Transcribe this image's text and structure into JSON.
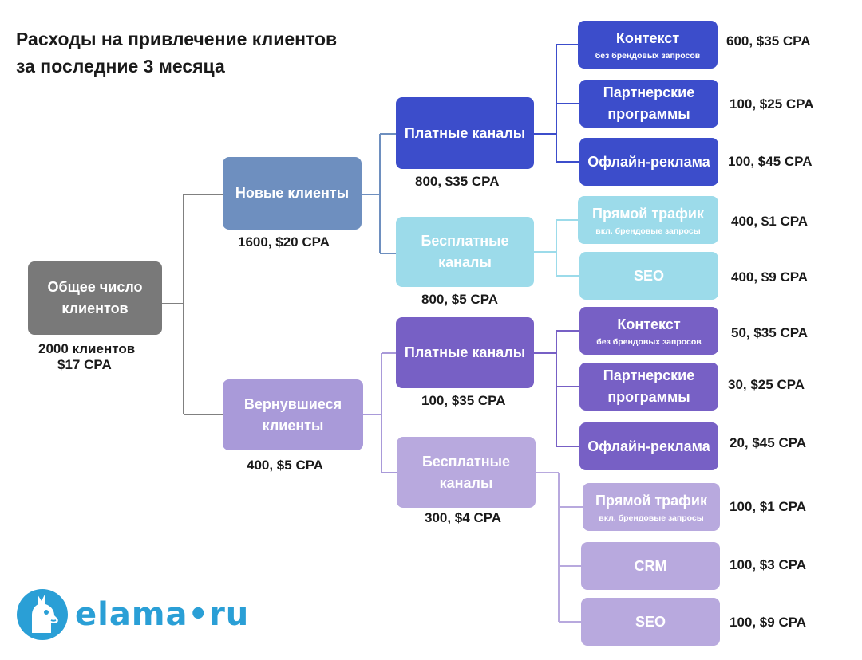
{
  "title": {
    "line1": "Расходы на привлечение клиентов",
    "line2": "за последние 3 месяца"
  },
  "colors": {
    "root": "#797979",
    "new": "#6e8fbf",
    "new_paid": "#3c4dcb",
    "new_free": "#9cdbea",
    "returned": "#a99ad9",
    "ret_paid": "#7760c5",
    "ret_free": "#b8a9de",
    "line": "#808080"
  },
  "nodes": {
    "root": {
      "label": "Общее число клиентов",
      "value_line1": "2000 клиентов",
      "value_line2": "$17 CPA"
    },
    "new": {
      "label": "Новые клиенты",
      "value": "1600, $20 CPA"
    },
    "returned": {
      "label": "Вернувшиеся клиенты",
      "value": "400, $5 CPA"
    },
    "new_paid": {
      "label": "Платные каналы",
      "value": "800, $35 CPA"
    },
    "new_free": {
      "label": "Бесплатные каналы",
      "value": "800, $5 CPA"
    },
    "ret_paid": {
      "label": "Платные каналы",
      "value": "100, $35 CPA"
    },
    "ret_free": {
      "label": "Бесплатные каналы",
      "value": "300, $4 CPA"
    }
  },
  "leaves": {
    "new_context": {
      "label": "Контекст",
      "sub": "без брендовых запросов",
      "value": "600, $35 CPA"
    },
    "new_partner": {
      "label": "Партнерские программы",
      "value": "100, $25 CPA"
    },
    "new_offline": {
      "label": "Офлайн-реклама",
      "value": "100, $45 CPA"
    },
    "new_direct": {
      "label": "Прямой трафик",
      "sub": "вкл. брендовые запросы",
      "value": "400, $1 CPA"
    },
    "new_seo": {
      "label": "SEO",
      "value": "400, $9 CPA"
    },
    "ret_context": {
      "label": "Контекст",
      "sub": "без брендовых запросов",
      "value": "50, $35 CPA"
    },
    "ret_partner": {
      "label": "Партнерские программы",
      "value": "30, $25 CPA"
    },
    "ret_offline": {
      "label": "Офлайн-реклама",
      "value": "20, $45 CPA"
    },
    "ret_direct": {
      "label": "Прямой трафик",
      "sub": "вкл. брендовые запросы",
      "value": "100, $1 CPA"
    },
    "ret_crm": {
      "label": "CRM",
      "value": "100, $3 CPA"
    },
    "ret_seo": {
      "label": "SEO",
      "value": "100, $9 CPA"
    }
  },
  "logo": {
    "text": "elama•ru",
    "icon": "llama-icon",
    "color": "#2a9fd6"
  }
}
